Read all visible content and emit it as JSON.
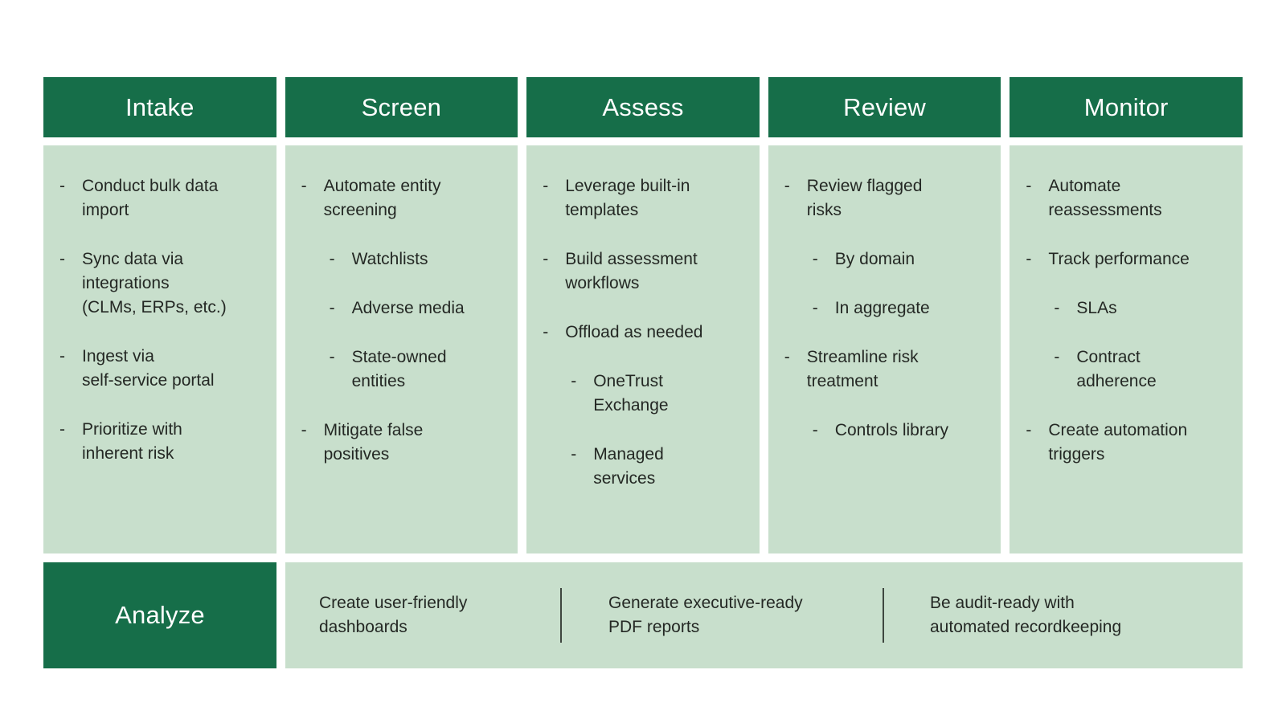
{
  "bullet": "-",
  "colors": {
    "header_green": "#166E49",
    "panel_green": "#C8DFCC",
    "text_dark": "#242824",
    "divider_gray": "#3E463F",
    "header_text": "#FFFFFF"
  },
  "columns": [
    {
      "title": "Intake",
      "items": [
        {
          "indent": 0,
          "text": "Conduct bulk data\nimport"
        },
        {
          "indent": 0,
          "text": "Sync data via\nintegrations\n(CLMs, ERPs, etc.)"
        },
        {
          "indent": 0,
          "text": "Ingest via\nself-service portal"
        },
        {
          "indent": 0,
          "text": "Prioritize with\ninherent risk"
        }
      ]
    },
    {
      "title": "Screen",
      "items": [
        {
          "indent": 0,
          "text": "Automate entity\nscreening"
        },
        {
          "indent": 1,
          "text": "Watchlists"
        },
        {
          "indent": 1,
          "text": "Adverse media"
        },
        {
          "indent": 1,
          "text": "State-owned\nentities"
        },
        {
          "indent": 0,
          "text": "Mitigate false\npositives"
        }
      ]
    },
    {
      "title": "Assess",
      "items": [
        {
          "indent": 0,
          "text": "Leverage built-in\ntemplates"
        },
        {
          "indent": 0,
          "text": "Build assessment\nworkflows"
        },
        {
          "indent": 0,
          "text": "Offload as needed"
        },
        {
          "indent": 1,
          "text": "OneTrust\nExchange"
        },
        {
          "indent": 1,
          "text": "Managed\nservices"
        }
      ]
    },
    {
      "title": "Review",
      "items": [
        {
          "indent": 0,
          "text": "Review flagged\nrisks"
        },
        {
          "indent": 1,
          "text": "By domain"
        },
        {
          "indent": 1,
          "text": "In aggregate"
        },
        {
          "indent": 0,
          "text": "Streamline risk\ntreatment"
        },
        {
          "indent": 1,
          "text": "Controls library"
        }
      ]
    },
    {
      "title": "Monitor",
      "items": [
        {
          "indent": 0,
          "text": "Automate\nreassessments"
        },
        {
          "indent": 0,
          "text": "Track performance"
        },
        {
          "indent": 1,
          "text": "SLAs"
        },
        {
          "indent": 1,
          "text": "Contract\nadherence"
        },
        {
          "indent": 0,
          "text": "Create automation\ntriggers"
        }
      ]
    }
  ],
  "analyze": {
    "title": "Analyze",
    "cells": [
      "Create user-friendly\ndashboards",
      "Generate executive-ready\nPDF reports",
      "Be audit-ready with\nautomated recordkeeping"
    ]
  }
}
